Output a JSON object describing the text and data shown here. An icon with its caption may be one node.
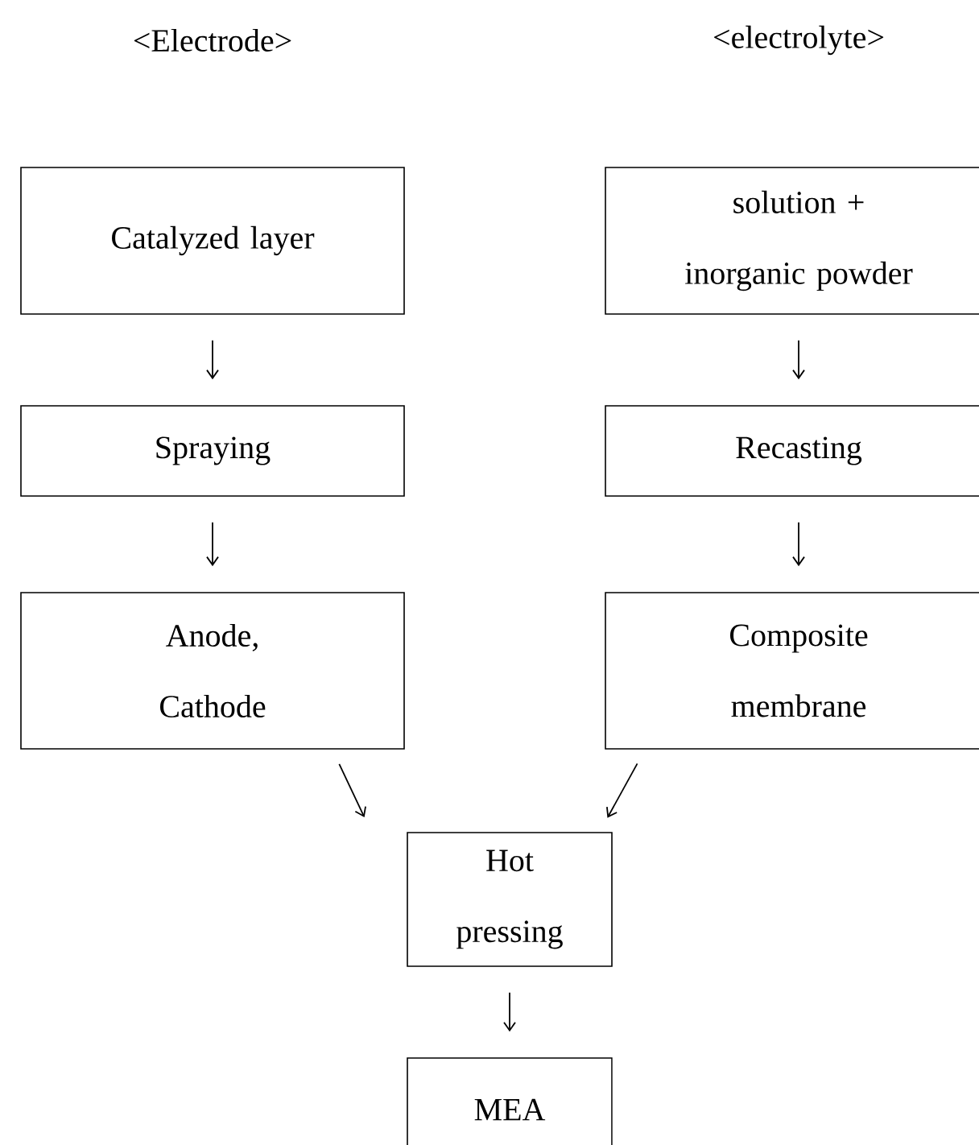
{
  "diagram": {
    "nodes": [
      {
        "text": [
          "Catalyzed layer"
        ]
      },
      {
        "text": [
          "Spraying"
        ]
      },
      {
        "text": [
          "Anode, Cathode"
        ]
      },
      {
        "text": [
          "solution + inorganic powder"
        ]
      },
      {
        "text": [
          "Recasting"
        ]
      },
      {
        "text": [
          "Composite membrane"
        ]
      },
      {
        "text": [
          "Hot pressing"
        ]
      },
      {
        "text": [
          "MEA"
        ]
      }
    ],
    "edges": [
      {
        "from": 0,
        "to": 1,
        "arrow": "to"
      },
      {
        "from": 1,
        "to": 2,
        "arrow": "to"
      },
      {
        "from": 3,
        "to": 4,
        "arrow": "to"
      },
      {
        "from": 4,
        "to": 5,
        "arrow": "to"
      },
      {
        "from": 2,
        "to": 6,
        "arrow": "to"
      },
      {
        "from": 5,
        "to": 6,
        "arrow": "to"
      },
      {
        "from": 6,
        "to": 7,
        "arrow": "to"
      }
    ],
    "labels": [
      "<Electrode>",
      "<electrolyte>"
    ]
  }
}
